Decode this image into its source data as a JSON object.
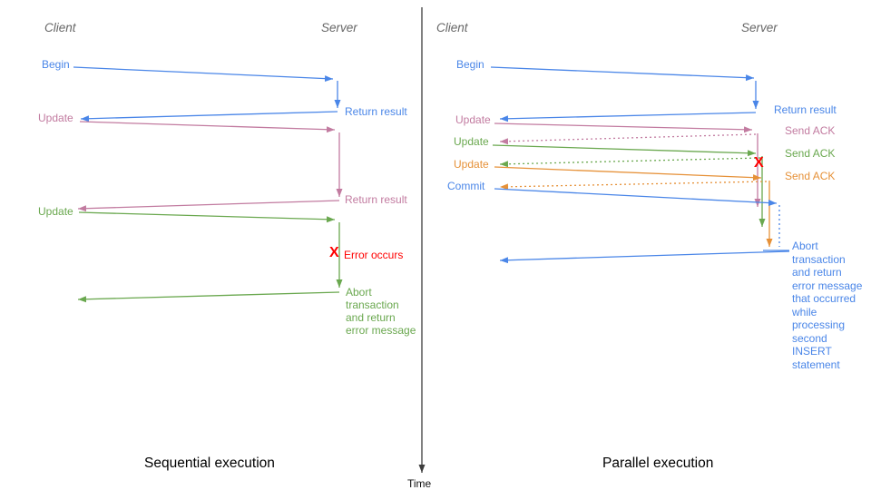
{
  "palette": {
    "blue": "#4a86e8",
    "pink": "#c27ba0",
    "green": "#6aa84f",
    "orange": "#e69138",
    "red": "#ff0000",
    "axis": "#3d3d3d",
    "header": "#666666",
    "caption": "#000000"
  },
  "time_axis": {
    "label": "Time"
  },
  "sequential": {
    "caption": "Sequential execution",
    "client_header": "Client",
    "server_header": "Server",
    "begin": "Begin",
    "return_result_1": "Return result",
    "update_1": "Update",
    "return_result_2": "Return result",
    "update_2": "Update",
    "error_x": "X",
    "error_occurs": "Error occurs",
    "abort_note": "Abort\ntransaction\nand return\nerror message"
  },
  "parallel": {
    "caption": "Parallel execution",
    "client_header": "Client",
    "server_header": "Server",
    "begin": "Begin",
    "return_result": "Return result",
    "update_1": "Update",
    "send_ack_1": "Send ACK",
    "update_2": "Update",
    "send_ack_2": "Send ACK",
    "update_3": "Update",
    "send_ack_3": "Send ACK",
    "commit": "Commit",
    "error_x": "X",
    "abort_note": "Abort\ntransaction\nand return\nerror message\nthat occurred\nwhile\nprocessing\nsecond\nINSERT\nstatement"
  }
}
